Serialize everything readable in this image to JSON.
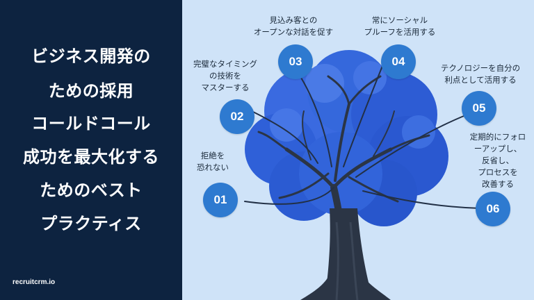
{
  "title_lines": [
    "ビジネス開発の",
    "ための採用",
    "コールドコール",
    "成功を最大化する",
    "ためのベスト",
    "プラクティス"
  ],
  "brand": "recruitcrm.io",
  "colors": {
    "left_panel": "#0d2340",
    "right_panel": "#cfe3f8",
    "circle": "#2e7ad0",
    "foliage": "#2f5fd9",
    "trunk": "#2b3545"
  },
  "steps": [
    {
      "number": "01",
      "label_lines": [
        "拒絶を",
        "恐れない"
      ]
    },
    {
      "number": "02",
      "label_lines": [
        "完璧なタイミング",
        "の技術を",
        "マスターする"
      ]
    },
    {
      "number": "03",
      "label_lines": [
        "見込み客との",
        "オープンな対話を促す"
      ]
    },
    {
      "number": "04",
      "label_lines": [
        "常にソーシャル",
        "プルーフを活用する"
      ]
    },
    {
      "number": "05",
      "label_lines": [
        "テクノロジーを自分の",
        "利点として活用する"
      ]
    },
    {
      "number": "06",
      "label_lines": [
        "定期的にフォロ",
        "ーアップし、",
        "反省し、",
        "プロセスを",
        "改善する"
      ]
    }
  ]
}
